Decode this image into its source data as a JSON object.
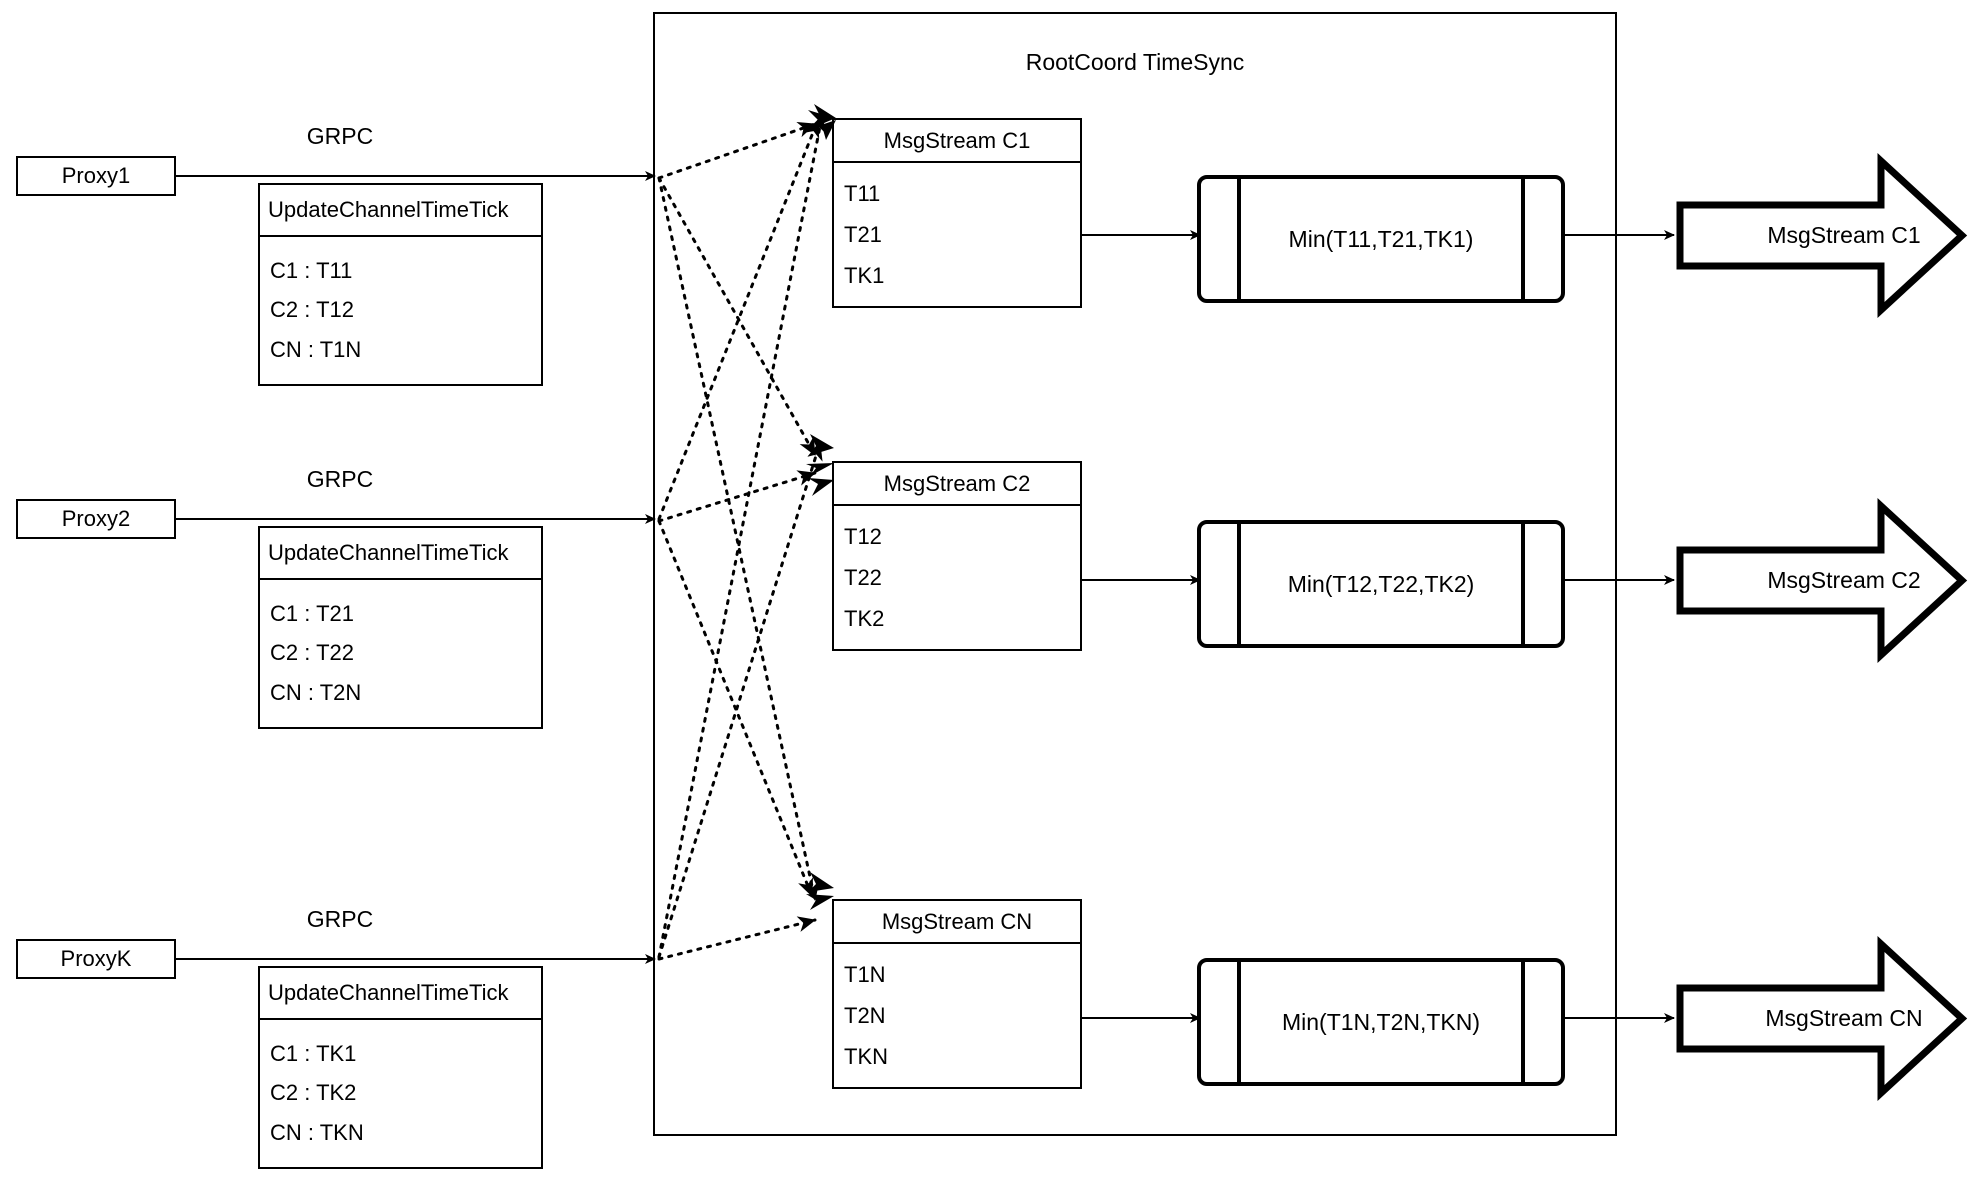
{
  "diagram": {
    "title": "RootCoord TimeSync",
    "container_label": "RootCoord TimeSync"
  },
  "proxies": [
    {
      "name": "Proxy1",
      "protocol": "GRPC",
      "request": {
        "title": "UpdateChannelTimeTick",
        "entries": [
          "C1 :  T11",
          "C2 :  T12",
          "CN : T1N"
        ]
      }
    },
    {
      "name": "Proxy2",
      "protocol": "GRPC",
      "request": {
        "title": "UpdateChannelTimeTick",
        "entries": [
          "C1 :  T21",
          "C2 :  T22",
          "CN : T2N"
        ]
      }
    },
    {
      "name": "ProxyK",
      "protocol": "GRPC",
      "request": {
        "title": "UpdateChannelTimeTick",
        "entries": [
          "C1 :  TK1",
          "C2 :  TK2",
          "CN : TKN"
        ]
      }
    }
  ],
  "channels": [
    {
      "stream": {
        "title": "MsgStream C1",
        "ticks": [
          "T11",
          "T21",
          "TK1"
        ]
      },
      "reducer": "Min(T11,T21,TK1)",
      "output": "MsgStream C1"
    },
    {
      "stream": {
        "title": "MsgStream C2",
        "ticks": [
          "T12",
          "T22",
          "TK2"
        ]
      },
      "reducer": "Min(T12,T22,TK2)",
      "output": "MsgStream C2"
    },
    {
      "stream": {
        "title": "MsgStream CN",
        "ticks": [
          "T1N",
          "T2N",
          "TKN"
        ]
      },
      "reducer": "Min(T1N,T2N,TKN)",
      "output": "MsgStream CN"
    }
  ],
  "colors": {
    "stroke": "#000000",
    "background": "#ffffff"
  }
}
